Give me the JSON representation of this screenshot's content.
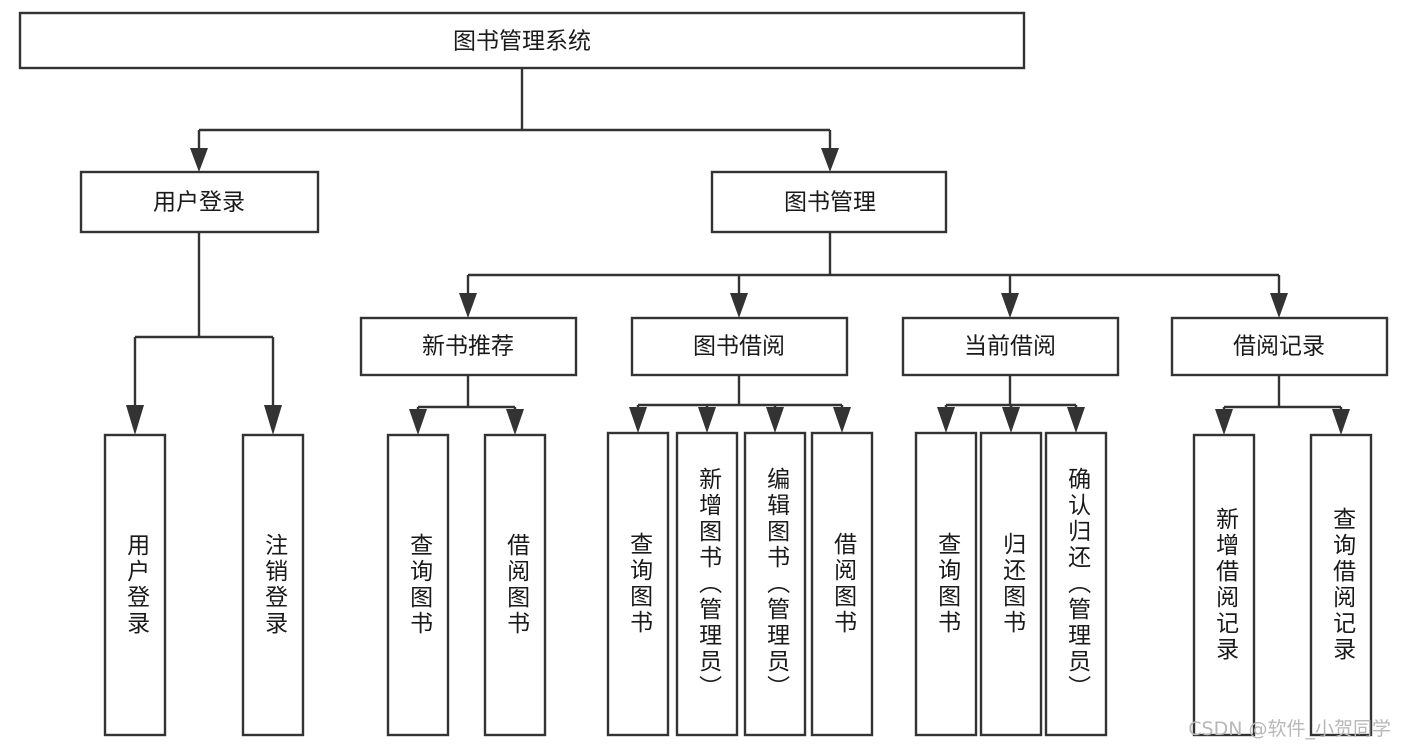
{
  "diagram": {
    "type": "tree",
    "title": "图书管理系统",
    "root": {
      "id": "root",
      "label": "图书管理系统",
      "orientation": "horizontal"
    },
    "nodes": [
      {
        "id": "user-login",
        "label": "用户登录",
        "level": 2,
        "orientation": "horizontal",
        "parent": "root"
      },
      {
        "id": "book-manage",
        "label": "图书管理",
        "level": 2,
        "orientation": "horizontal",
        "parent": "root"
      },
      {
        "id": "new-book-rec",
        "label": "新书推荐",
        "level": 3,
        "orientation": "horizontal",
        "parent": "book-manage"
      },
      {
        "id": "book-borrow",
        "label": "图书借阅",
        "level": 3,
        "orientation": "horizontal",
        "parent": "book-manage"
      },
      {
        "id": "current-borrow",
        "label": "当前借阅",
        "level": 3,
        "orientation": "horizontal",
        "parent": "book-manage"
      },
      {
        "id": "borrow-record",
        "label": "借阅记录",
        "level": 3,
        "orientation": "horizontal",
        "parent": "book-manage"
      },
      {
        "id": "leaf-user-login",
        "label": "用户登录",
        "level": 3,
        "orientation": "vertical",
        "parent": "user-login"
      },
      {
        "id": "leaf-logout",
        "label": "注销登录",
        "level": 3,
        "orientation": "vertical",
        "parent": "user-login"
      },
      {
        "id": "leaf-query-book-1",
        "label": "查询图书",
        "level": 4,
        "orientation": "vertical",
        "parent": "new-book-rec"
      },
      {
        "id": "leaf-borrow-book-1",
        "label": "借阅图书",
        "level": 4,
        "orientation": "vertical",
        "parent": "new-book-rec"
      },
      {
        "id": "leaf-query-book-2",
        "label": "查询图书",
        "level": 4,
        "orientation": "vertical",
        "parent": "book-borrow"
      },
      {
        "id": "leaf-add-book",
        "label": "新增图书（管理员）",
        "level": 4,
        "orientation": "vertical",
        "parent": "book-borrow"
      },
      {
        "id": "leaf-edit-book",
        "label": "编辑图书（管理员）",
        "level": 4,
        "orientation": "vertical",
        "parent": "book-borrow"
      },
      {
        "id": "leaf-borrow-book-2",
        "label": "借阅图书",
        "level": 4,
        "orientation": "vertical",
        "parent": "book-borrow"
      },
      {
        "id": "leaf-query-book-3",
        "label": "查询图书",
        "level": 4,
        "orientation": "vertical",
        "parent": "current-borrow"
      },
      {
        "id": "leaf-return-book",
        "label": "归还图书",
        "level": 4,
        "orientation": "vertical",
        "parent": "current-borrow"
      },
      {
        "id": "leaf-confirm-return",
        "label": "确认归还（管理员）",
        "level": 4,
        "orientation": "vertical",
        "parent": "current-borrow"
      },
      {
        "id": "leaf-add-record",
        "label": "新增借阅记录",
        "level": 4,
        "orientation": "vertical",
        "parent": "borrow-record"
      },
      {
        "id": "leaf-query-record",
        "label": "查询借阅记录",
        "level": 4,
        "orientation": "vertical",
        "parent": "borrow-record"
      }
    ],
    "watermark": "CSDN @软件_小贺同学",
    "colors": {
      "box_stroke": "#333333",
      "box_fill": "#ffffff",
      "text": "#1a1a1a",
      "watermark": "#b8b8b8",
      "background": "#ffffff"
    }
  }
}
